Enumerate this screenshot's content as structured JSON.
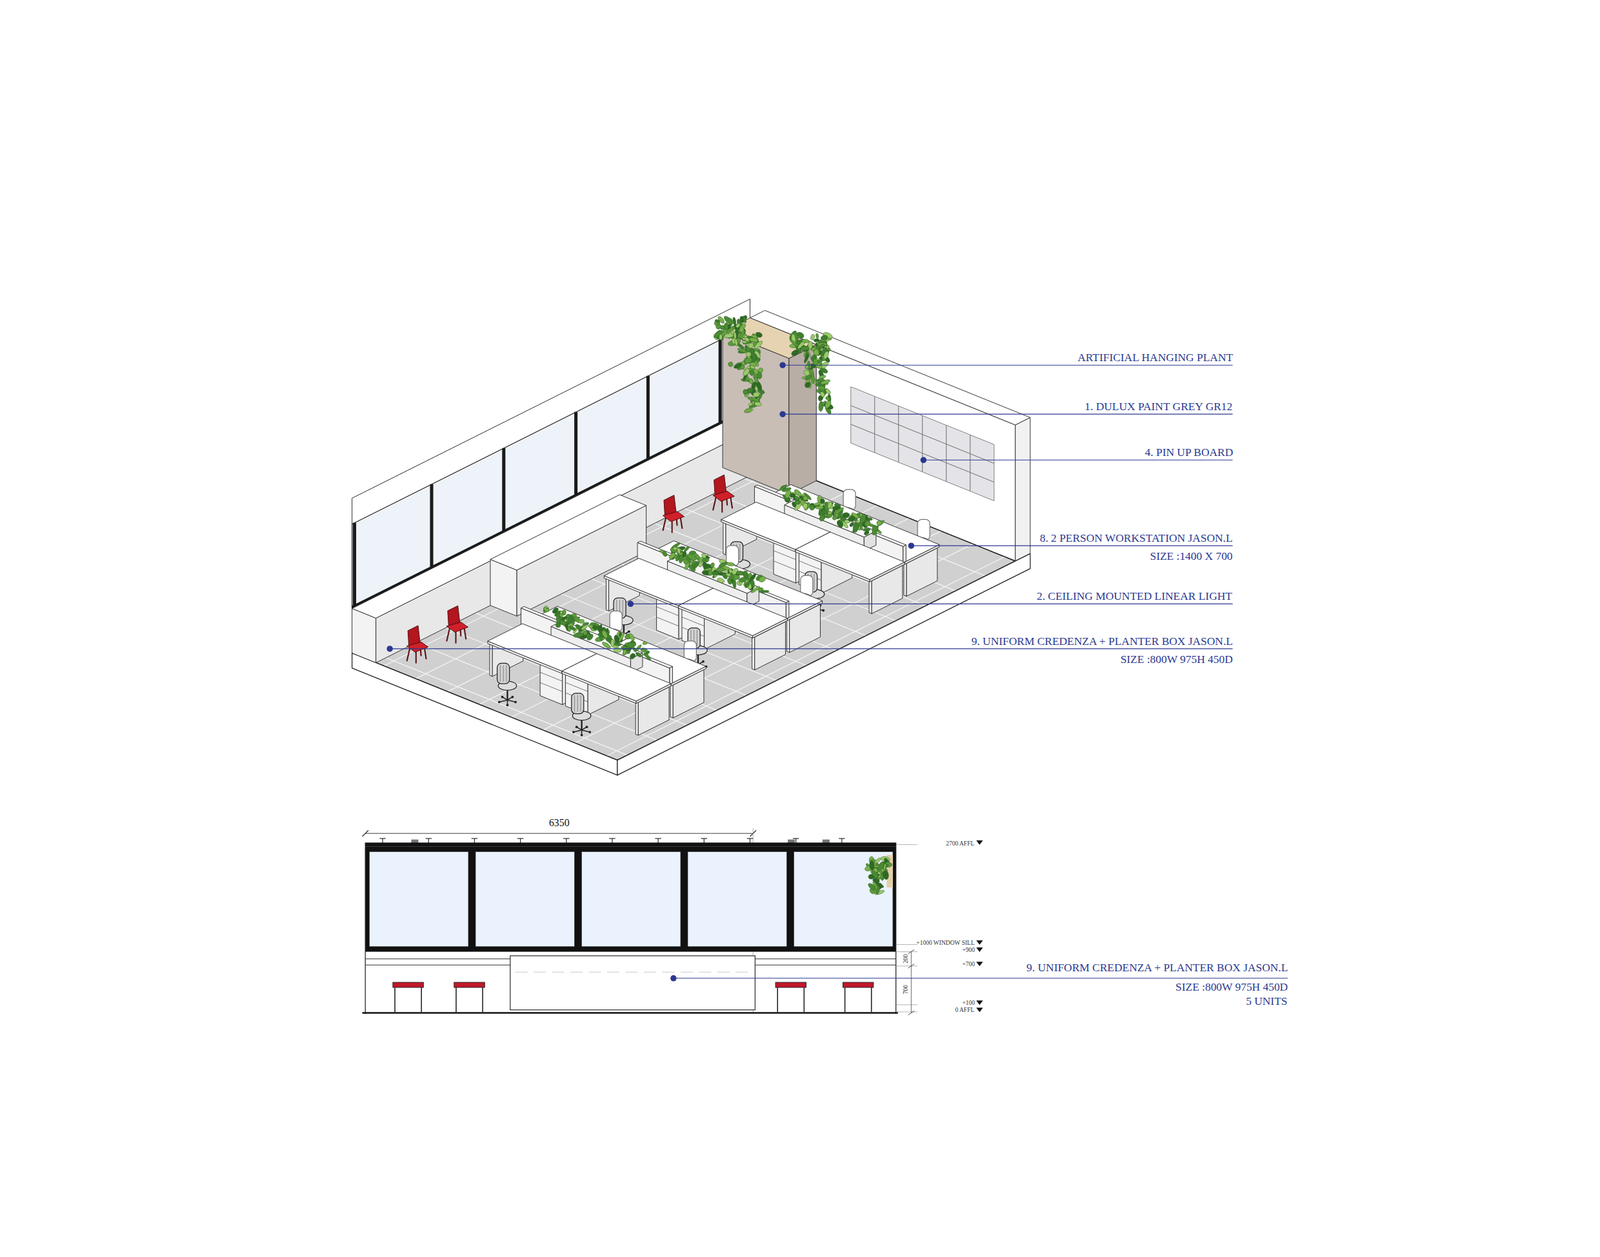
{
  "diagram": {
    "labels": [
      "ARTIFICIAL HANGING PLANT",
      "1. DULUX PAINT GREY GR12",
      "4. PIN UP BOARD",
      "8. 2 PERSON WORKSTATION JASON.L",
      "SIZE :1400 X 700",
      "2. CEILING MOUNTED LINEAR LIGHT",
      "9. UNIFORM CREDENZA + PLANTER BOX JASON.L",
      "SIZE :800W 975H 450D",
      "6350",
      "2700 AFFL",
      "+1000 WINDOW SILL",
      "+900",
      "+700",
      "200",
      "700",
      "+100",
      "0 AFFL",
      "9. UNIFORM CREDENZA + PLANTER BOX JASON.L",
      "SIZE :800W 975H 450D",
      "5 UNITS"
    ]
  }
}
